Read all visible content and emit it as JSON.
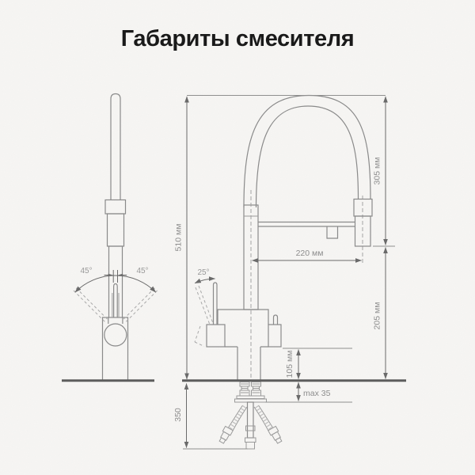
{
  "title": "Габариты смесителя",
  "colors": {
    "background": "#f7f6f4",
    "drawing_line": "#8a8a8a",
    "countertop_line": "#5d5d5d",
    "dimension_line": "#6a6a6a",
    "dimension_text": "#8d8d8d",
    "title_text": "#161616"
  },
  "left_view": {
    "description": "front view of mixer with spout swing range",
    "swing_left": "45°",
    "swing_right": "45°"
  },
  "right_view": {
    "description": "side view of mixer with flexible spring spout and dimensions",
    "handle_angle": "25°",
    "dimensions": {
      "total_height": "510 мм",
      "spout_arc_height": "305 мм",
      "spout_reach": "220 мм",
      "head_to_counter": "205 мм",
      "body_step_height": "105 мм",
      "mount_thickness": "max 35",
      "hose_drop": "350"
    }
  }
}
